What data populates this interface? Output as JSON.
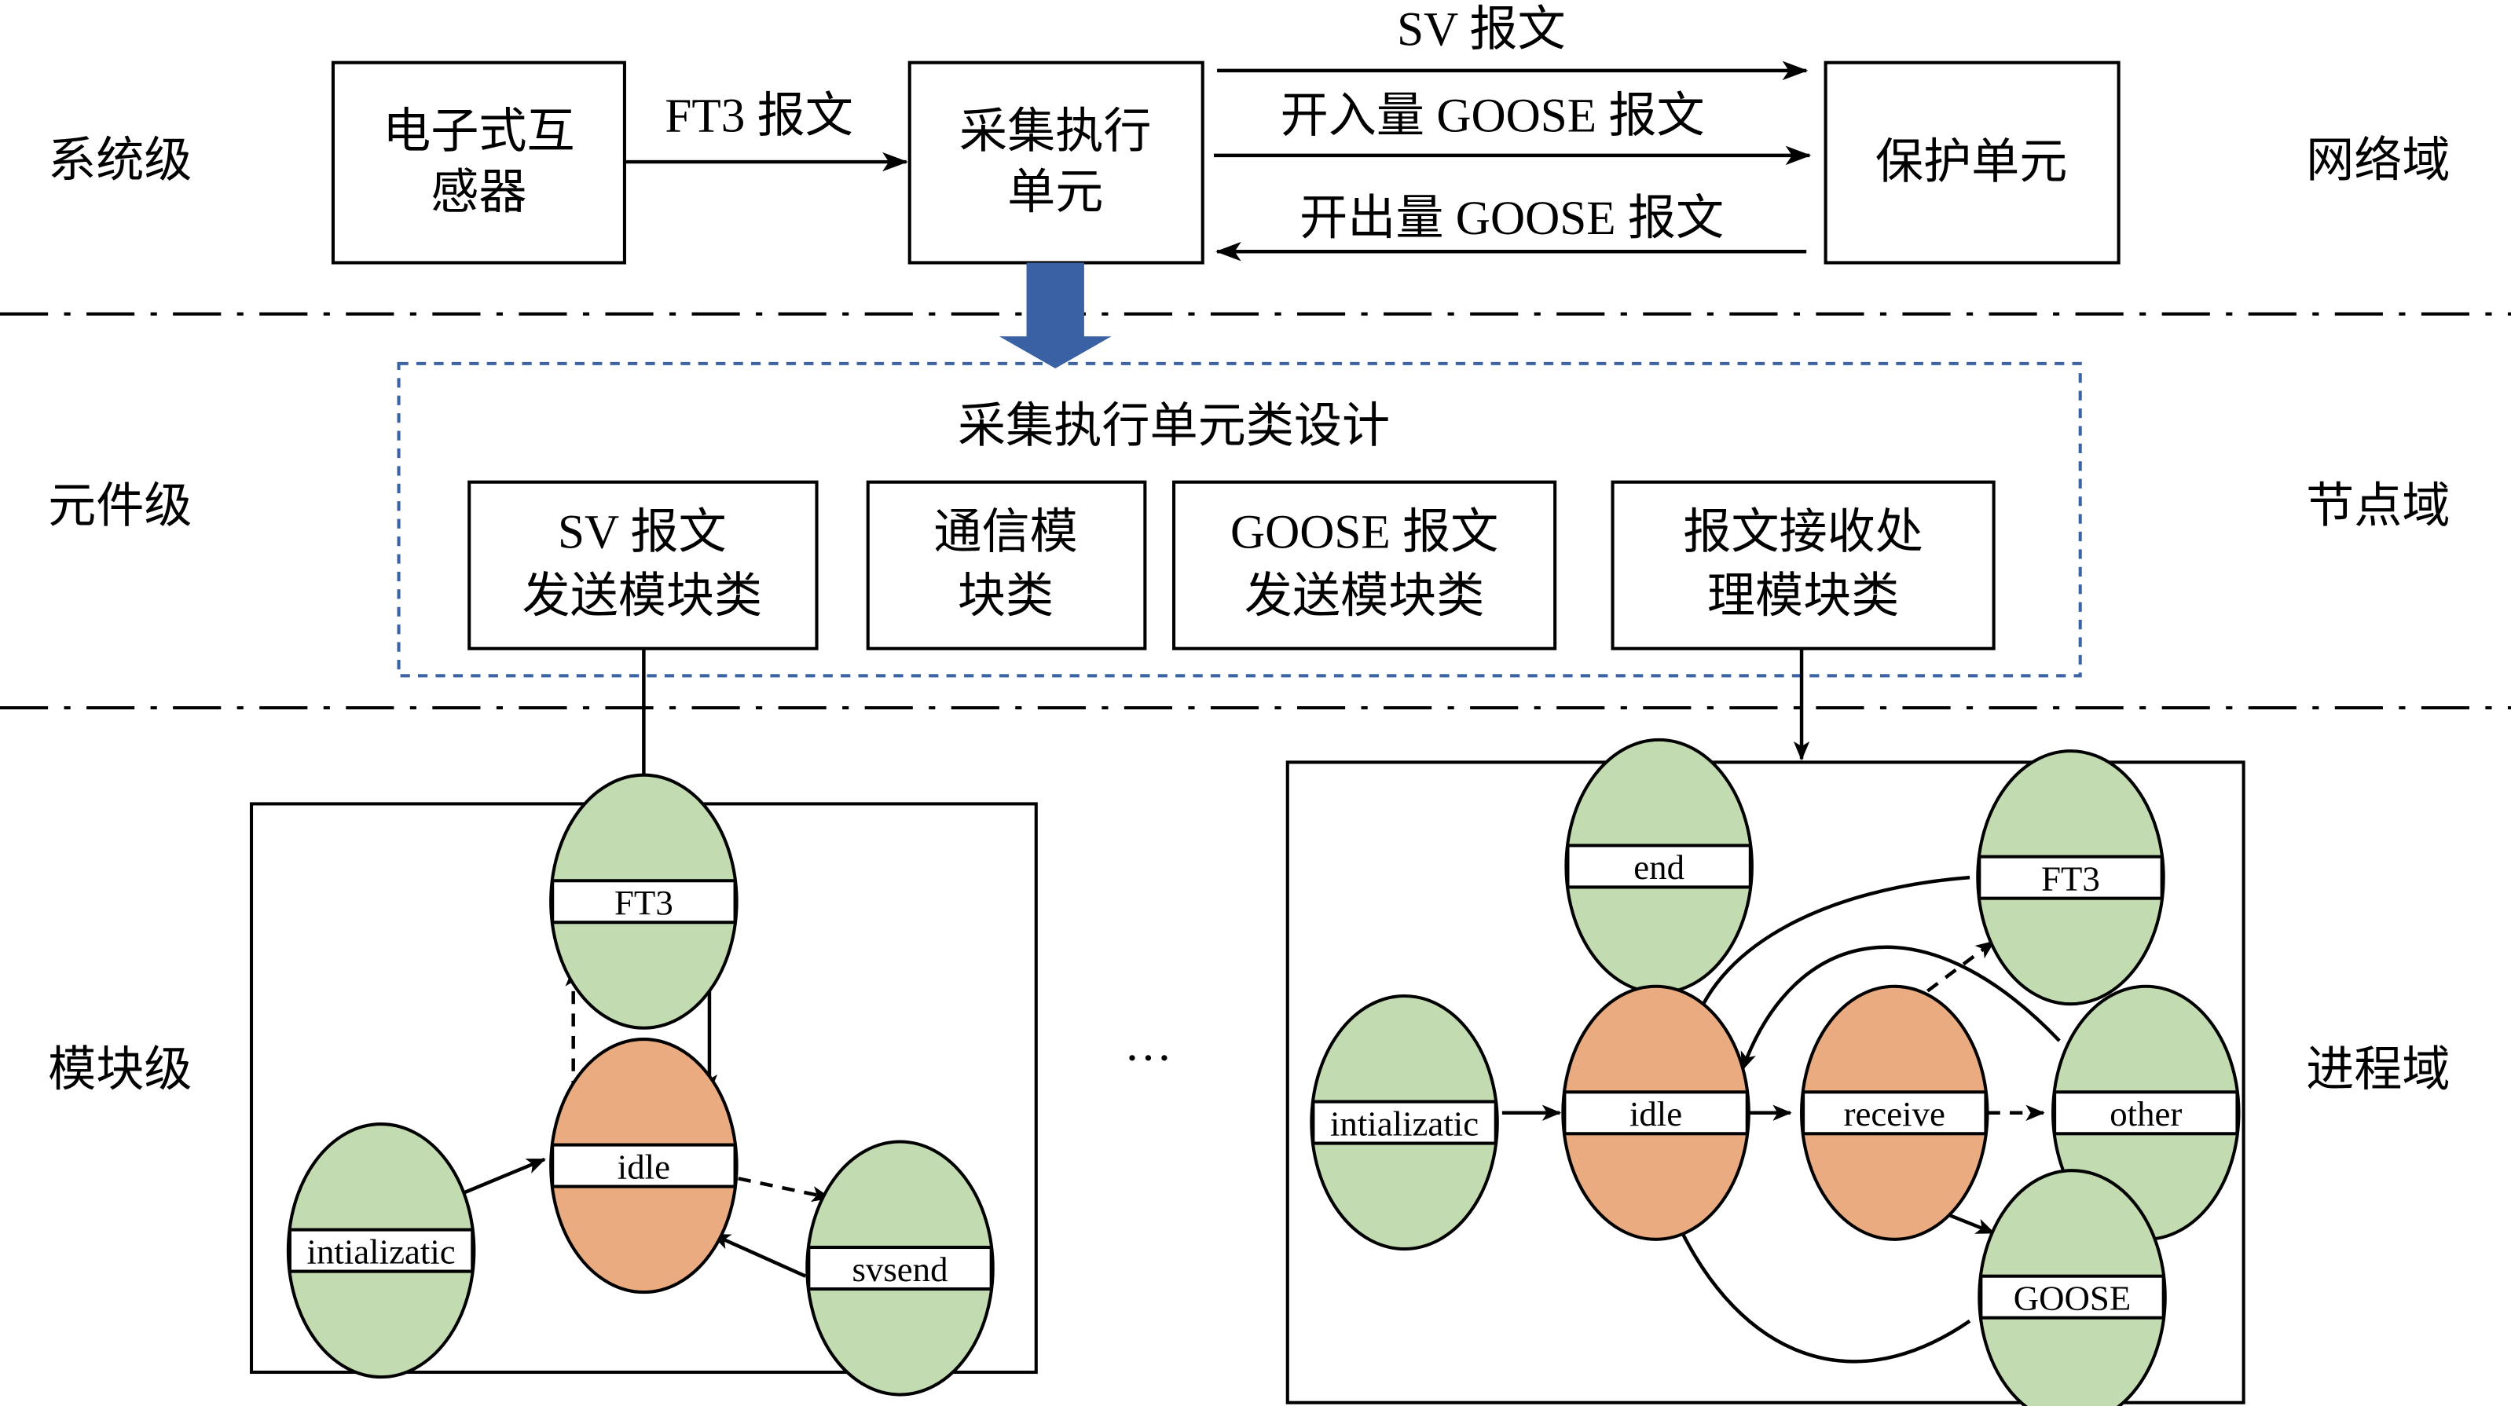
{
  "colors": {
    "state_green": "#c2dbb1",
    "state_orange": "#eaab80",
    "group_border": "#3c64a4",
    "down_arrow": "#3a61a3"
  },
  "levels": {
    "left": [
      "系统级",
      "元件级",
      "模块级"
    ],
    "right": [
      "网络域",
      "节点域",
      "进程域"
    ]
  },
  "system": {
    "sensor": [
      "电子式互",
      "感器"
    ],
    "ft3_msg": "FT3 报文",
    "merging_unit": [
      "采集执行",
      "单元"
    ],
    "sv_msg": "SV 报文",
    "goose_in_msg": "开入量 GOOSE 报文",
    "goose_out_msg": "开出量 GOOSE 报文",
    "protection": "保护单元"
  },
  "component": {
    "title": "采集执行单元类设计",
    "classes": [
      [
        "SV 报文",
        "发送模块类"
      ],
      [
        "通信模",
        "块类"
      ],
      [
        "GOOSE 报文",
        "发送模块类"
      ],
      [
        "报文接收处",
        "理模块类"
      ]
    ]
  },
  "ellipsis": "…",
  "left_fsm": {
    "states": {
      "ft3": "FT3",
      "idle": "idle",
      "init": "intializatic",
      "svsend": "svsend"
    }
  },
  "right_fsm": {
    "states": {
      "end": "end",
      "ft3": "FT3",
      "init": "intializatic",
      "idle": "idle",
      "receive": "receive",
      "other": "other",
      "goose": "GOOSE"
    }
  }
}
